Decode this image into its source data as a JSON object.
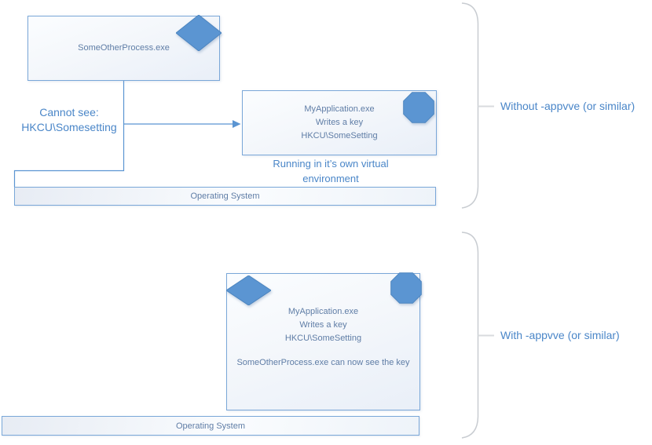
{
  "colors": {
    "shape-fill": "#5b95d2",
    "shape-stroke": "#4d85bf",
    "box-border": "#7aa7d8",
    "box-text": "#5f7da6",
    "label-blue": "#4a86c8",
    "bracket-gray": "#c8ccd1",
    "connector-blue": "#5b95d2"
  },
  "diagram_without": {
    "bracket_label": "Without -appvve (or similar)",
    "process_box": {
      "title": "SomeOtherProcess.exe"
    },
    "cannot_see": {
      "line1": "Cannot see:",
      "line2": "HKCU\\Somesetting"
    },
    "app_box": {
      "line1": "MyApplication.exe",
      "line2": "Writes a key",
      "line3": "HKCU\\SomeSetting"
    },
    "caption": "Running in it’s own virtual environment",
    "os_bar": "Operating System"
  },
  "diagram_with": {
    "bracket_label": "With -appvve (or similar)",
    "app_box": {
      "line1": "MyApplication.exe",
      "line2": "Writes a key",
      "line3": "HKCU\\SomeSetting",
      "note": "SomeOtherProcess.exe can now see the key"
    },
    "os_bar": "Operating System"
  }
}
